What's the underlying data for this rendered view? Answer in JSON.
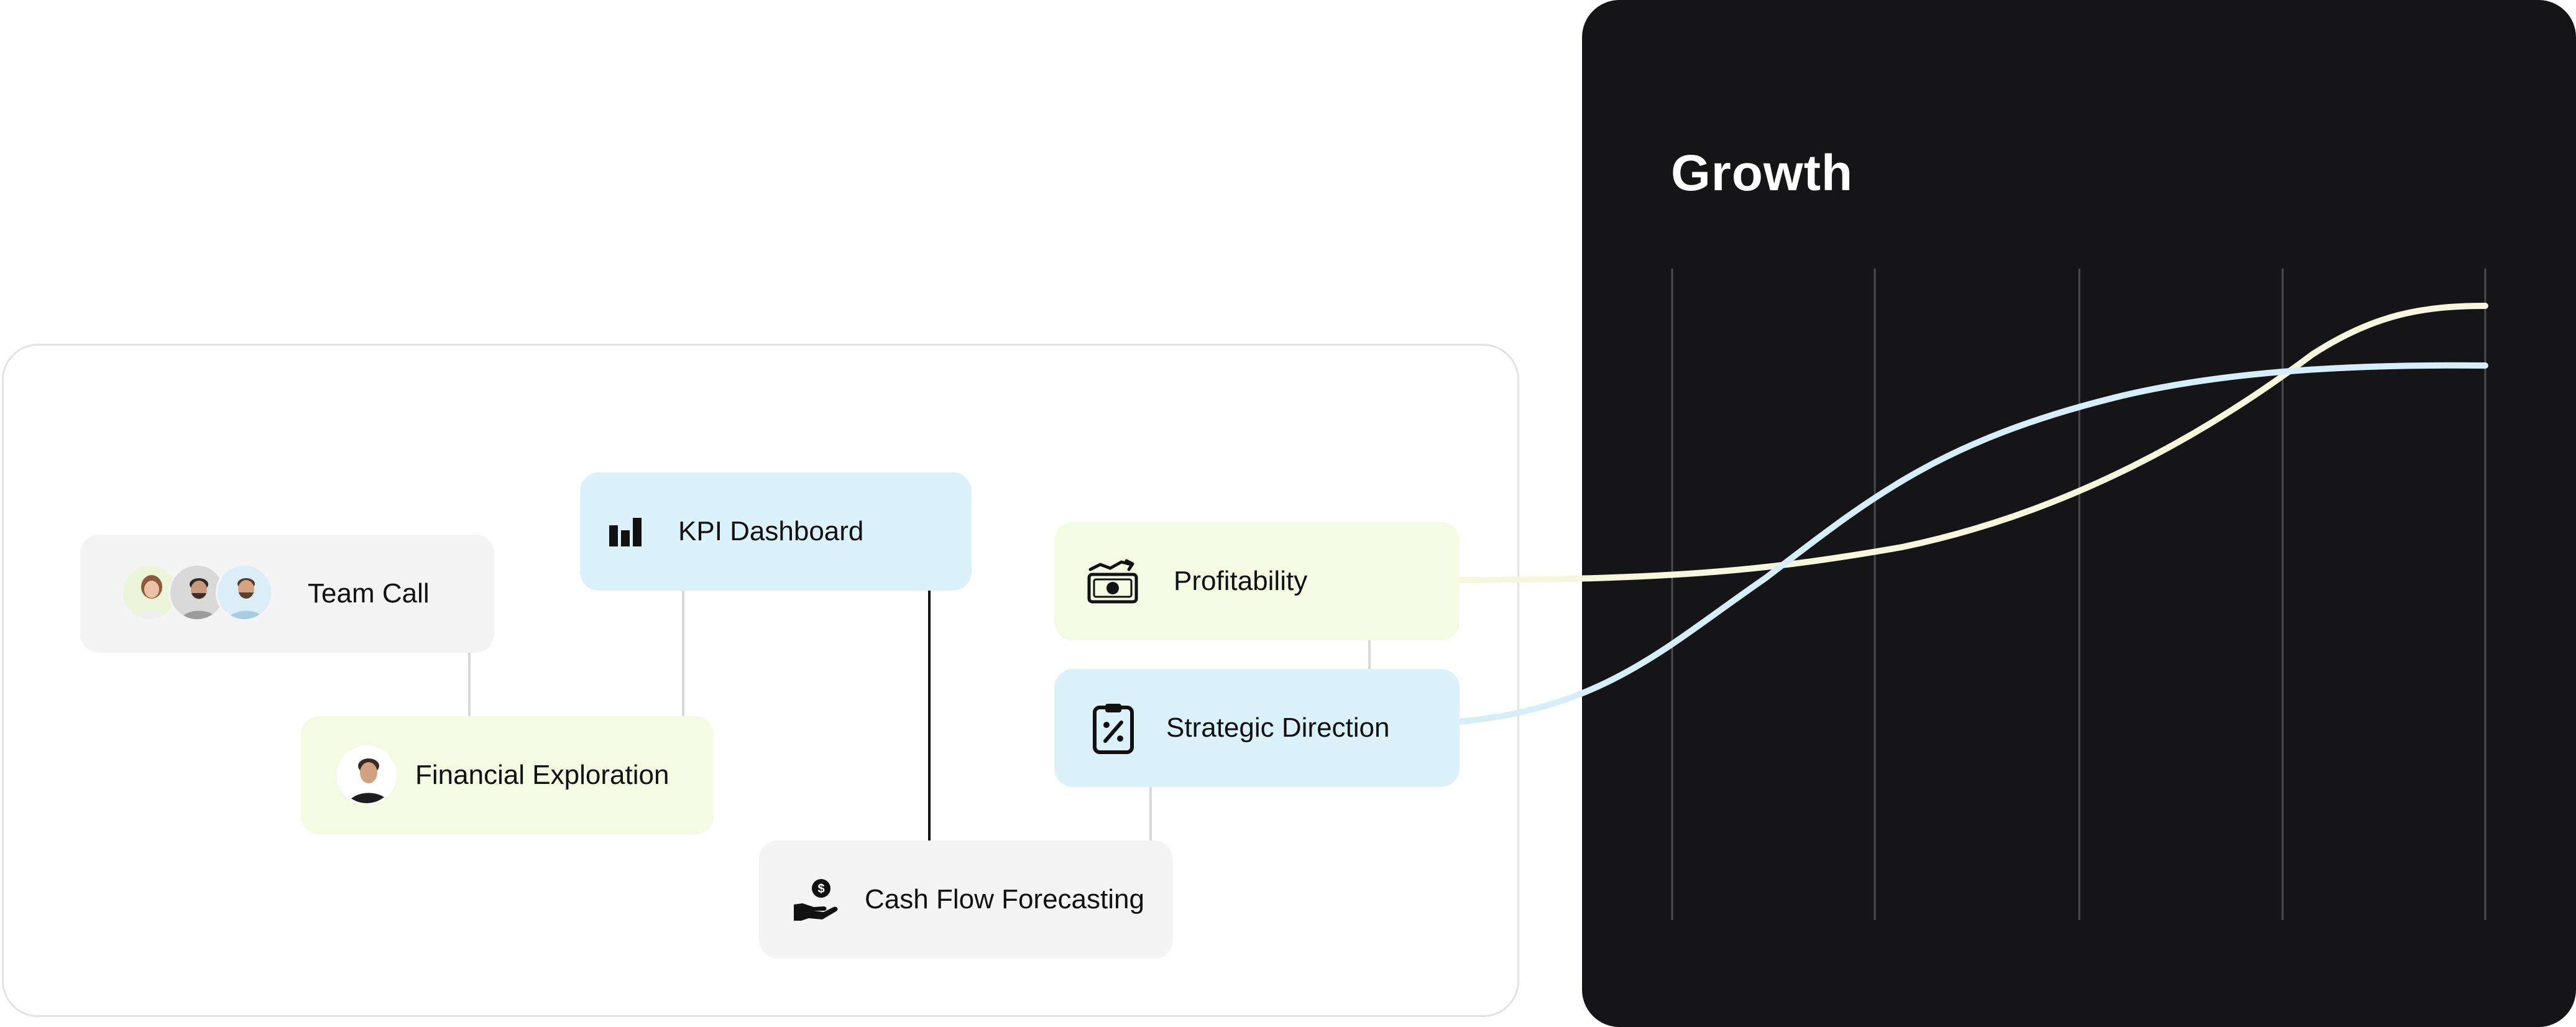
{
  "growth": {
    "title": "Growth"
  },
  "nodes": {
    "team_call": "Team Call",
    "kpi_dashboard": "KPI Dashboard",
    "financial_exploration": "Financial Exploration",
    "cash_flow_forecasting": "Cash Flow Forecasting",
    "profitability": "Profitability",
    "strategic_direction": "Strategic Direction"
  },
  "icons": {
    "kpi_dashboard": "bar-chart-icon",
    "cash_flow_forecasting": "hand-dollar-icon",
    "profitability": "banknote-trend-icon",
    "strategic_direction": "clipboard-percent-icon"
  },
  "colors": {
    "panel_dark": "#151517",
    "node_blue": "#dbf2fb",
    "node_lime": "#f4fbe3",
    "node_gray": "#f4f4f4",
    "curve_profitability": "#f6f7dc",
    "curve_strategic": "#d6eefa",
    "gridline": "#4a4a4e"
  }
}
